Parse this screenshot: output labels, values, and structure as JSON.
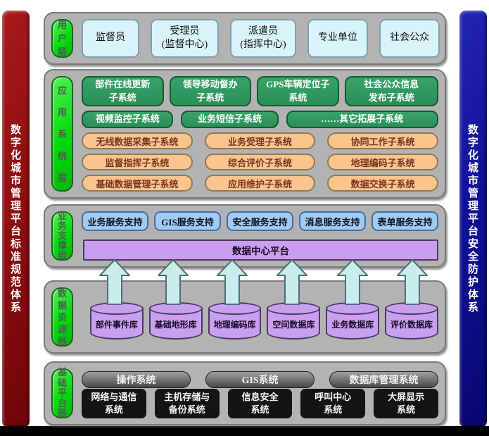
{
  "pillars": {
    "left": {
      "text": "数字化城市管理平台标准规范体系",
      "color": "#8e0d10"
    },
    "right": {
      "text": "数字化城市管理平台安全防护体系",
      "color": "#10109a"
    }
  },
  "user_layer": {
    "label": "用户层",
    "boxes": [
      "监督员",
      "受理员\n(监督中心)",
      "派遣员\n(指挥中心)",
      "专业单位",
      "社会公众"
    ]
  },
  "app_layer": {
    "label": "应用系统层",
    "green_row1": [
      "部件在线更新\n子系统",
      "领导移动督办\n子系统",
      "GPS车辆定位子\n系统",
      "社会公众信息\n发布子系统"
    ],
    "green_row2": [
      "视频监控子系统",
      "业务短信子系统",
      "……其它拓展子系统"
    ],
    "orange_row1": [
      "无线数据采集子系统",
      "业务受理子系统",
      "协同工作子系统"
    ],
    "orange_row2": [
      "监督指挥子系统",
      "综合评价子系统",
      "地理编码子系统"
    ],
    "orange_row3": [
      "基础数据管理子系统",
      "应用维护子系统",
      "数据交换子系统"
    ]
  },
  "service_layer": {
    "label": "业务支撑层",
    "services": [
      "业务服务支持",
      "GIS服务支持",
      "安全服务支持",
      "消息服务支持",
      "表单服务支持"
    ],
    "platform_bar": "数据中心平台"
  },
  "data_layer": {
    "label": "数据资源层",
    "databases": [
      "部件事件库",
      "基础地形库",
      "地理编码库",
      "空间数据库",
      "业务数据库",
      "评价数据库"
    ]
  },
  "infra_layer": {
    "label": "基础平台层",
    "software_row": [
      "操作系统",
      "GIS系统",
      "数据库管理系统"
    ],
    "hardware_row": [
      "网络与通信\n系统",
      "主机存储与\n备份系统",
      "信息安全\n系统",
      "呼叫中心\n系统",
      "大屏显示\n系统"
    ]
  },
  "colors": {
    "container_gray": "#b3b3b3",
    "label_green": "#00dd0c",
    "user_cyan": "#d9f4f9",
    "subsystem_green": "#2f9960",
    "subsystem_orange": "#f9c48e",
    "service_blue": "#a3cbf1",
    "platform_purple": "#cb9df2",
    "database_purple": "#c9a0f0",
    "arrow_cyan": "#c9ecec",
    "pillar_red": "#8e0d10",
    "pillar_navy": "#10109a"
  }
}
